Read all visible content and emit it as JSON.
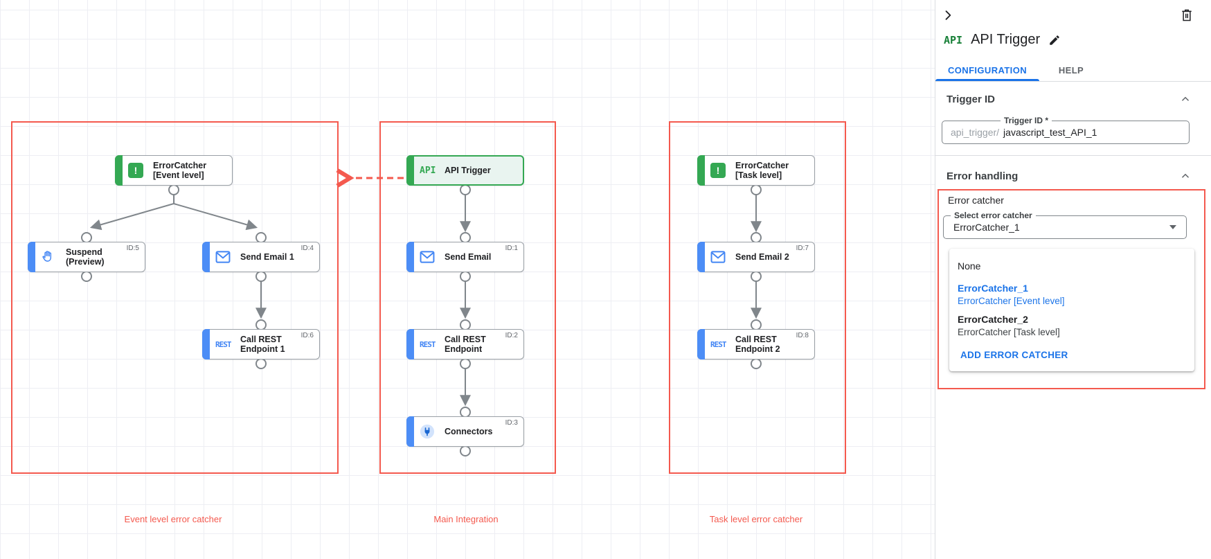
{
  "colors": {
    "highlight_red": "#f4594e",
    "node_blue": "#4c8df6",
    "node_green": "#34a853",
    "link_blue": "#1a73e8",
    "alert_dot_red": "#e5281b",
    "wire_gray": "#80868b"
  },
  "canvas": {
    "groups": [
      {
        "caption": "Event level error catcher"
      },
      {
        "caption": "Main Integration"
      },
      {
        "caption": "Task level error catcher"
      }
    ],
    "icon_labels": {
      "api": "API",
      "rest": "REST",
      "exclamation": "!"
    },
    "nodes": [
      {
        "label": "ErrorCatcher [Event level]",
        "id": ""
      },
      {
        "label": "Suspend (Preview)",
        "id": "ID:5"
      },
      {
        "label": "Send Email 1",
        "id": "ID:4"
      },
      {
        "label": "Call REST Endpoint 1",
        "id": "ID:6"
      },
      {
        "label": "API Trigger",
        "id": ""
      },
      {
        "label": "Send Email",
        "id": "ID:1"
      },
      {
        "label": "Call REST Endpoint",
        "id": "ID:2"
      },
      {
        "label": "Connectors",
        "id": "ID:3"
      },
      {
        "label": "ErrorCatcher [Task level]",
        "id": ""
      },
      {
        "label": "Send Email 2",
        "id": "ID:7"
      },
      {
        "label": "Call REST Endpoint 2",
        "id": "ID:8"
      }
    ]
  },
  "panel": {
    "header": {
      "icon_label": "API",
      "title": "API Trigger"
    },
    "tabs": [
      {
        "label": "CONFIGURATION",
        "active": true
      },
      {
        "label": "HELP",
        "active": false
      }
    ],
    "trigger_id": {
      "section_title": "Trigger ID",
      "field_label": "Trigger ID *",
      "prefix": "api_trigger/",
      "value": "javascript_test_API_1"
    },
    "error_handling": {
      "section_title": "Error handling",
      "group_label": "Error catcher",
      "select_label": "Select error catcher",
      "select_value": "ErrorCatcher_1",
      "menu": {
        "none_label": "None",
        "options": [
          {
            "name": "ErrorCatcher_1",
            "detail": "ErrorCatcher [Event level]"
          },
          {
            "name": "ErrorCatcher_2",
            "detail": "ErrorCatcher [Task level]"
          }
        ],
        "add_label": "ADD ERROR CATCHER"
      }
    }
  }
}
